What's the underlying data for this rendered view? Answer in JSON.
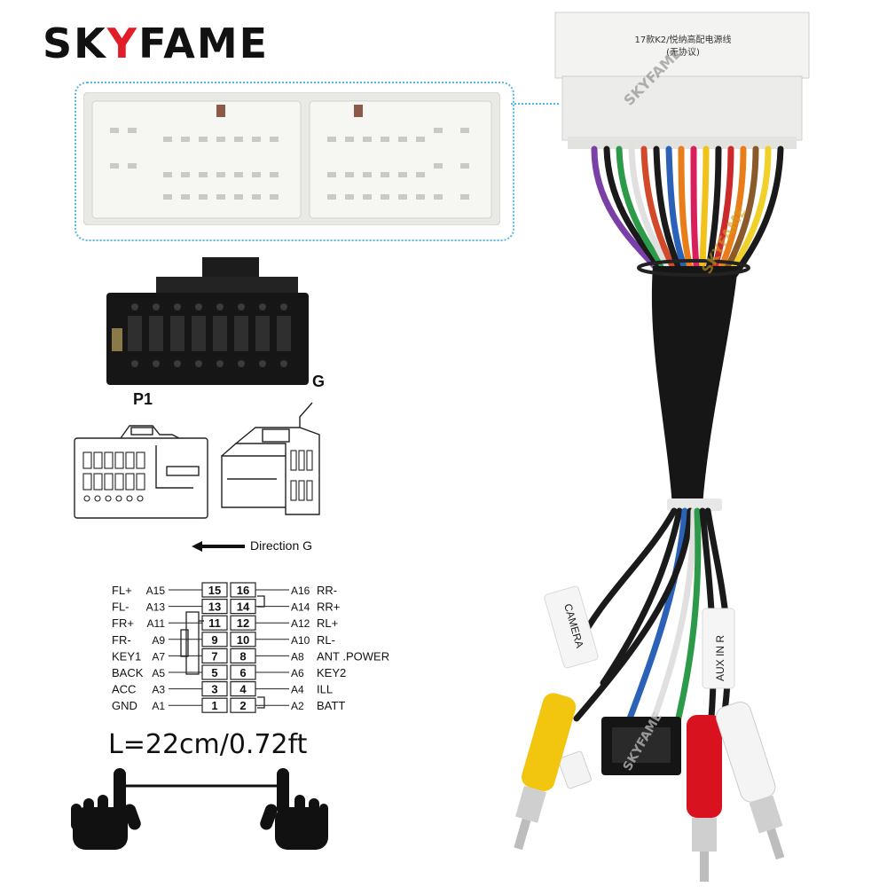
{
  "brand": {
    "prefix": "SK",
    "accent": "Y",
    "suffix": "FAME",
    "accent_color": "#e11d2a"
  },
  "labels": {
    "p1": "P1",
    "g": "G",
    "direction": "Direction G",
    "length": "L=22cm/0.72ft",
    "camera_tag": "CAMERA",
    "aux_tag": "AUX IN R",
    "connector_sticker_1": "17款K2/悦纳高配电源线",
    "connector_sticker_2": "(无协议)",
    "watermark": "SKYFAME"
  },
  "pins_left": [
    {
      "name": "FL+",
      "code": "A15",
      "num": "15"
    },
    {
      "name": "FL-",
      "code": "A13",
      "num": "13"
    },
    {
      "name": "FR+",
      "code": "A11",
      "num": "11"
    },
    {
      "name": "FR-",
      "code": "A9",
      "num": "9"
    },
    {
      "name": "KEY1",
      "code": "A7",
      "num": "7"
    },
    {
      "name": "BACK",
      "code": "A5",
      "num": "5"
    },
    {
      "name": "ACC",
      "code": "A3",
      "num": "3"
    },
    {
      "name": "GND",
      "code": "A1",
      "num": "1"
    }
  ],
  "pins_right": [
    {
      "name": "RR-",
      "code": "A16",
      "num": "16"
    },
    {
      "name": "RR+",
      "code": "A14",
      "num": "14"
    },
    {
      "name": "RL+",
      "code": "A12",
      "num": "12"
    },
    {
      "name": "RL-",
      "code": "A10",
      "num": "10"
    },
    {
      "name": "ANT .POWER",
      "code": "A8",
      "num": "8"
    },
    {
      "name": "KEY2",
      "code": "A6",
      "num": "6"
    },
    {
      "name": "ILL",
      "code": "A4",
      "num": "4"
    },
    {
      "name": "BATT",
      "code": "A2",
      "num": "2"
    }
  ],
  "colors": {
    "rca_yellow": "#f2c50f",
    "rca_red": "#d8121f",
    "rca_white": "#f4f4f4",
    "connector_white": "#f3f3f1",
    "inset_border": "#56b6e8"
  }
}
